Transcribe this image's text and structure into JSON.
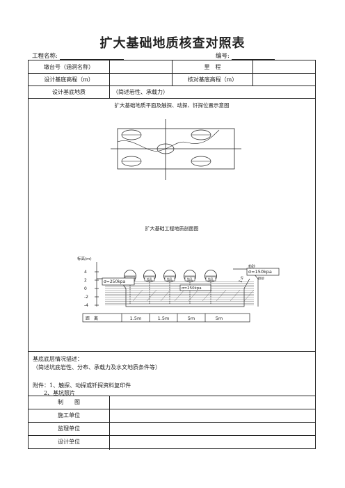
{
  "title": "扩大基础地质核查对照表",
  "project_label": "工程名称:",
  "number_label": "编号:",
  "rows": {
    "pier_label": "墩台号（涵洞名称）",
    "mileage_label": "里　程",
    "design_elev_label": "设计基底高程（m）",
    "check_elev_label": "核对基底高程（m）",
    "design_geo_label": "设计基底地质",
    "design_geo_value": "（简述岩性、承载力）"
  },
  "plan_caption": "扩大基础地质平面及触探、动探、钎探位置示意图",
  "section_caption": "扩大基础工程地质剖面图",
  "section": {
    "axis_label": "标高(m)",
    "y_ticks": [
      "4",
      "2",
      "0",
      "-2",
      "-4"
    ],
    "probe_label": "钻孔",
    "probe_count": 5,
    "left_box": "σ=250kpa",
    "middle_box": "σ=250kpa",
    "right_box": "σ=150kpa",
    "right_tag": "粉砂",
    "right_sub": "砾砂",
    "slope": "1:n",
    "distance_row_label": "距　离",
    "distances": [
      "1.5m",
      "1.5m",
      "5m",
      "5m"
    ]
  },
  "bottom_desc_title": "基底底层情况描述：",
  "bottom_desc_note": "（简述坑底岩性、分布、承载力及水文地质条件等）",
  "attach_1": "附件：1、触探、动探或钎探资料复印件",
  "attach_2": "2、基坑照片",
  "sign_rows": [
    "制　　图",
    "施工单位",
    "监理单位",
    "设计单位"
  ]
}
